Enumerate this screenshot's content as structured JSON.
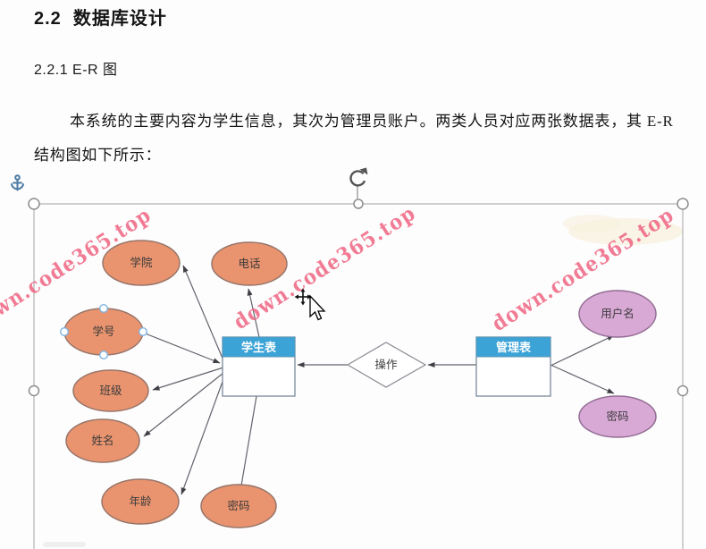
{
  "document": {
    "section_heading": "2.2  数据库设计",
    "subsection_heading": "2.2.1 E-R 图",
    "paragraph_line1": "本系统的主要内容为学生信息，其次为管理员账户。两类人员对应两张数据表，其 E-R",
    "paragraph_line2": "结构图如下所示："
  },
  "watermark": {
    "text": "down.code365.top",
    "color": "#ef5f7e"
  },
  "diagram": {
    "student_entity": {
      "label": "学生表"
    },
    "admin_entity": {
      "label": "管理表"
    },
    "relation": {
      "label": "操作"
    },
    "student_attributes": [
      {
        "label": "学院"
      },
      {
        "label": "电话"
      },
      {
        "label": "学号",
        "selected": true
      },
      {
        "label": "班级"
      },
      {
        "label": "姓名"
      },
      {
        "label": "年龄"
      },
      {
        "label": "密码"
      }
    ],
    "admin_attributes": [
      {
        "label": "用户名"
      },
      {
        "label": "密码"
      }
    ],
    "colors": {
      "attribute_fill": "#e9946f",
      "admin_attribute_fill": "#d9a9d6",
      "entity_header_fill": "#3ba3d6",
      "connector": "#63636e",
      "selection_handle_border": "#8d8d8d",
      "shape_handle_border": "#7fb4e2",
      "anchor_blue": "#4a7aa3"
    },
    "icons": {
      "object_anchor": "anchor-icon",
      "rotate_handle": "rotate-icon",
      "move_cursor": "move-arrows-icon",
      "pointer_cursor": "arrow-pointer-icon"
    }
  }
}
